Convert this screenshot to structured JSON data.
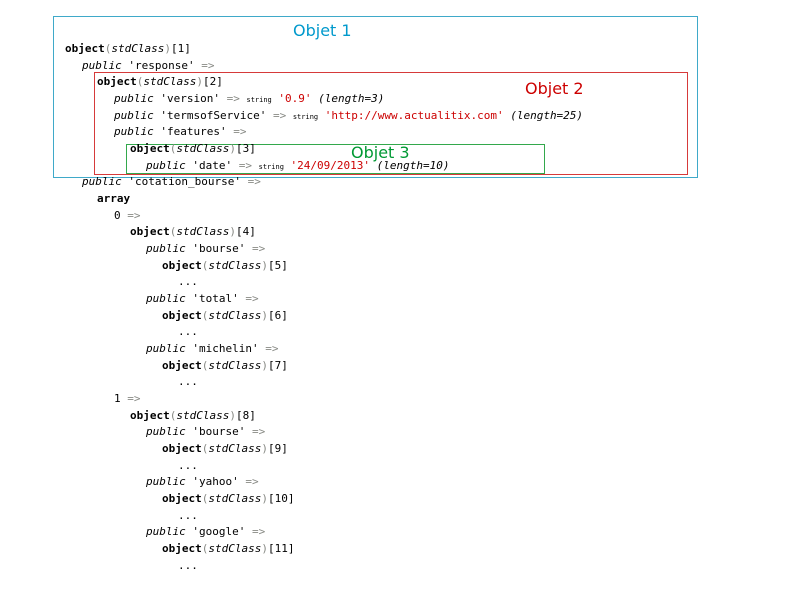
{
  "kw": {
    "object": "object",
    "stdclass": "stdClass",
    "public": "public",
    "array": "array",
    "string": "string",
    "arrow": "=>",
    "ellipsis": "..."
  },
  "annotations": {
    "objet1": {
      "label": "Objet 1",
      "color": "#0099cc"
    },
    "objet2": {
      "label": "Objet 2",
      "color": "#cc0000"
    },
    "objet3": {
      "label": "Objet 3",
      "color": "#009933"
    }
  },
  "lines": [
    {
      "type": "object",
      "indent": 0,
      "id": "[1]"
    },
    {
      "type": "prop",
      "indent": 1,
      "key": "'response'"
    },
    {
      "type": "object",
      "indent": 2,
      "id": "[2]"
    },
    {
      "type": "propstr",
      "indent": 3,
      "key": "'version'",
      "value": "'0.9'",
      "length": "(length=3)"
    },
    {
      "type": "propstr",
      "indent": 3,
      "key": "'termsofService'",
      "value": "'http://www.actualitix.com'",
      "length": "(length=25)"
    },
    {
      "type": "prop",
      "indent": 3,
      "key": "'features'"
    },
    {
      "type": "object",
      "indent": 4,
      "id": "[3]"
    },
    {
      "type": "propstr",
      "indent": 5,
      "key": "'date'",
      "value": "'24/09/2013'",
      "length": "(length=10)"
    },
    {
      "type": "prop",
      "indent": 1,
      "key": "'cotation_bourse'"
    },
    {
      "type": "array",
      "indent": 2
    },
    {
      "type": "index",
      "indent": 3,
      "index": "0"
    },
    {
      "type": "object",
      "indent": 4,
      "id": "[4]"
    },
    {
      "type": "prop",
      "indent": 5,
      "key": "'bourse'"
    },
    {
      "type": "object",
      "indent": 6,
      "id": "[5]"
    },
    {
      "type": "ellipsis",
      "indent": 7
    },
    {
      "type": "prop",
      "indent": 5,
      "key": "'total'"
    },
    {
      "type": "object",
      "indent": 6,
      "id": "[6]"
    },
    {
      "type": "ellipsis",
      "indent": 7
    },
    {
      "type": "prop",
      "indent": 5,
      "key": "'michelin'"
    },
    {
      "type": "object",
      "indent": 6,
      "id": "[7]"
    },
    {
      "type": "ellipsis",
      "indent": 7
    },
    {
      "type": "index",
      "indent": 3,
      "index": "1"
    },
    {
      "type": "object",
      "indent": 4,
      "id": "[8]"
    },
    {
      "type": "prop",
      "indent": 5,
      "key": "'bourse'"
    },
    {
      "type": "object",
      "indent": 6,
      "id": "[9]"
    },
    {
      "type": "ellipsis",
      "indent": 7
    },
    {
      "type": "prop",
      "indent": 5,
      "key": "'yahoo'"
    },
    {
      "type": "object",
      "indent": 6,
      "id": "[10]"
    },
    {
      "type": "ellipsis",
      "indent": 7
    },
    {
      "type": "prop",
      "indent": 5,
      "key": "'google'"
    },
    {
      "type": "object",
      "indent": 6,
      "id": "[11]"
    },
    {
      "type": "ellipsis",
      "indent": 7
    }
  ]
}
